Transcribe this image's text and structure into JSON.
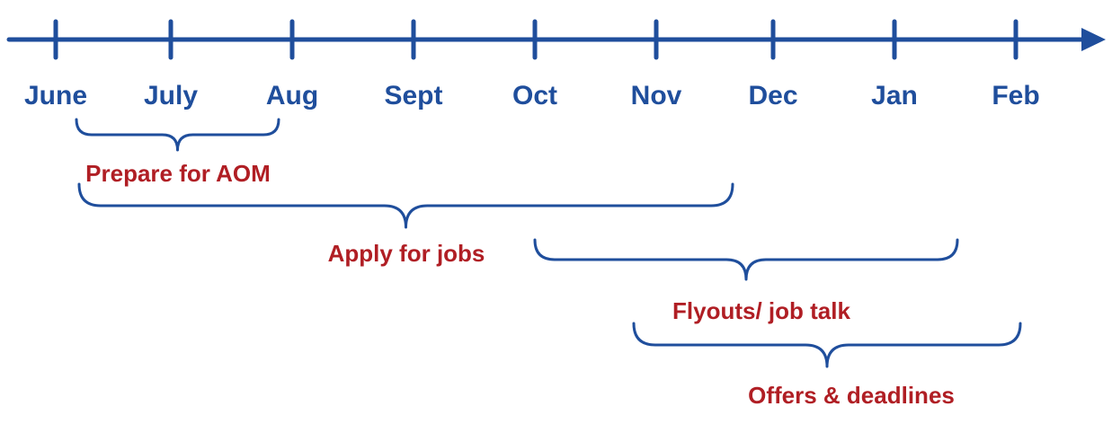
{
  "colors": {
    "blue": "#1F4E9C",
    "red": "#B01E24"
  },
  "timeline": {
    "months": [
      "June",
      "July",
      "Aug",
      "Sept",
      "Oct",
      "Nov",
      "Dec",
      "Jan",
      "Feb"
    ],
    "phases": [
      {
        "label": "Prepare for AOM"
      },
      {
        "label": "Apply for jobs"
      },
      {
        "label": "Flyouts/ job talk"
      },
      {
        "label": "Offers & deadlines"
      }
    ]
  }
}
